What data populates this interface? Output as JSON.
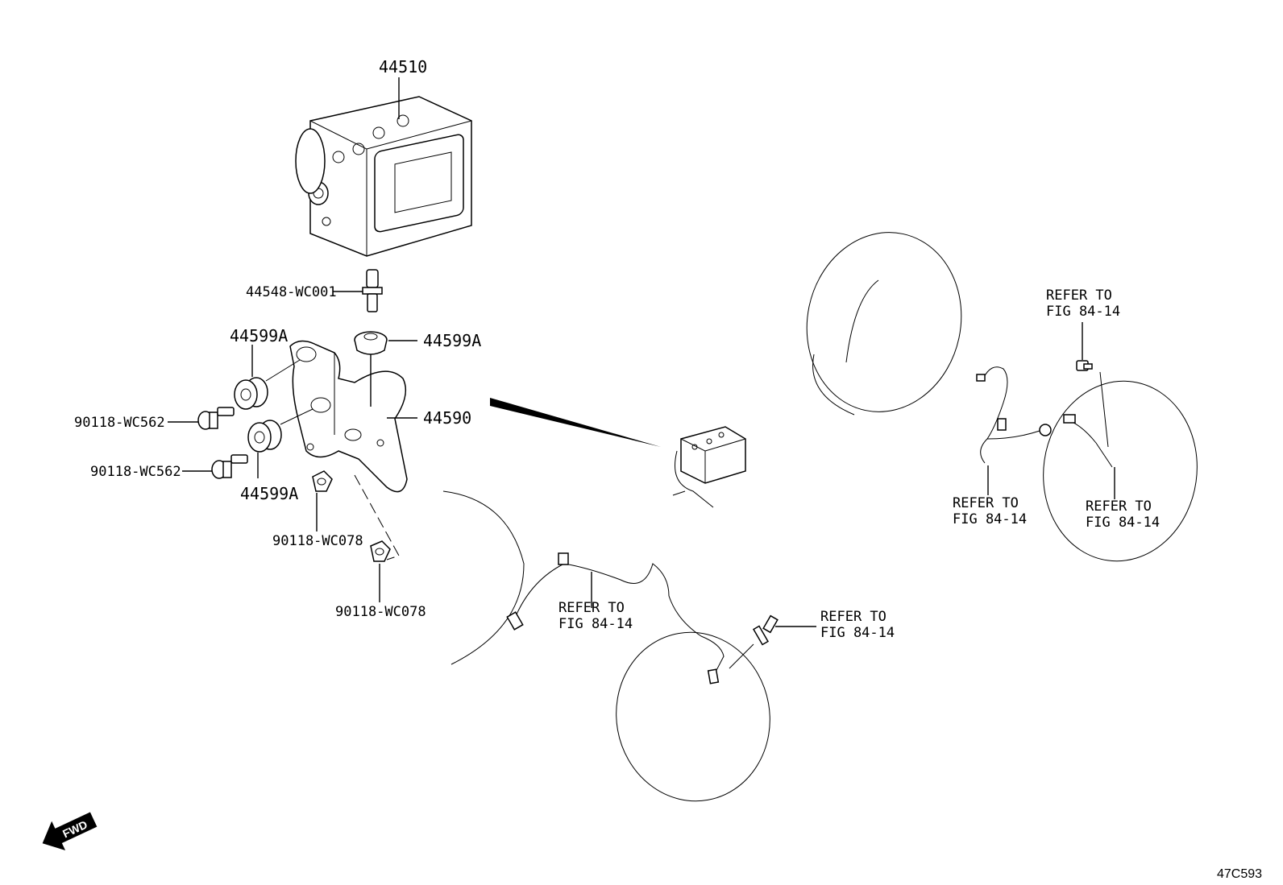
{
  "labels": {
    "hcu": "44510",
    "bolt_stud": "44548-WC001",
    "cushion_top_left": "44599A",
    "cushion_top_right": "44599A",
    "cushion_bottom": "44599A",
    "bracket": "44590",
    "bolt_upper": "90118-WC562",
    "bolt_lower": "90118-WC562",
    "nut_upper": "90118-WC078",
    "nut_lower": "90118-WC078"
  },
  "refer": {
    "line1": "REFER TO",
    "line2": "FIG 84-14"
  },
  "fwd": "FWD",
  "diagram_id": "47C593"
}
